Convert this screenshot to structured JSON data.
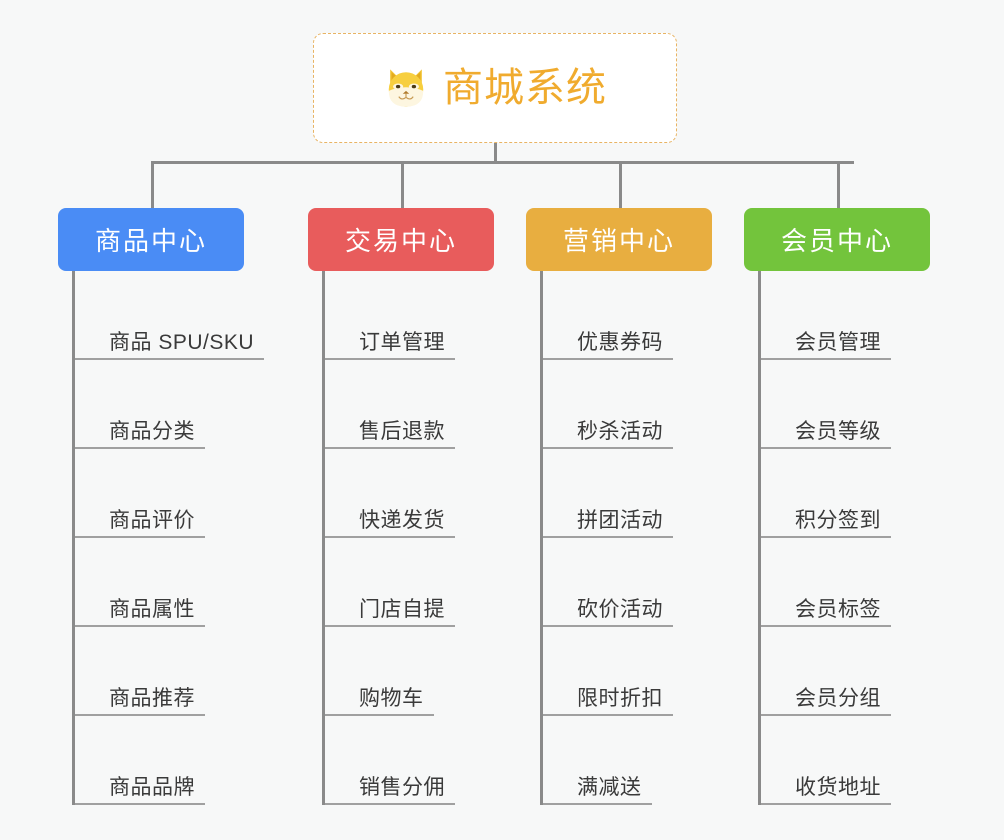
{
  "page": {
    "background_color": "#f7f8f8",
    "type": "mindmap"
  },
  "root": {
    "title": "商城系统",
    "icon": "shiba-dog-face-icon",
    "text_color": "#f0ab2e",
    "border_color": "#e8b464",
    "background_color": "#ffffff"
  },
  "connector_color": "#8a8a8a",
  "branches": [
    {
      "label": "商品中心",
      "color": "#4a8cf5",
      "text_color": "#ffffff",
      "items": [
        {
          "label": "商品 SPU/SKU"
        },
        {
          "label": "商品分类"
        },
        {
          "label": "商品评价"
        },
        {
          "label": "商品属性"
        },
        {
          "label": "商品推荐"
        },
        {
          "label": "商品品牌"
        }
      ]
    },
    {
      "label": "交易中心",
      "color": "#e85c5c",
      "text_color": "#ffffff",
      "items": [
        {
          "label": "订单管理"
        },
        {
          "label": "售后退款"
        },
        {
          "label": "快递发货"
        },
        {
          "label": "门店自提"
        },
        {
          "label": "购物车"
        },
        {
          "label": "销售分佣"
        }
      ]
    },
    {
      "label": "营销中心",
      "color": "#e8ae40",
      "text_color": "#ffffff",
      "items": [
        {
          "label": "优惠券码"
        },
        {
          "label": "秒杀活动"
        },
        {
          "label": "拼团活动"
        },
        {
          "label": "砍价活动"
        },
        {
          "label": "限时折扣"
        },
        {
          "label": "满减送"
        }
      ]
    },
    {
      "label": "会员中心",
      "color": "#73c43c",
      "text_color": "#ffffff",
      "items": [
        {
          "label": "会员管理"
        },
        {
          "label": "会员等级"
        },
        {
          "label": "积分签到"
        },
        {
          "label": "会员标签"
        },
        {
          "label": "会员分组"
        },
        {
          "label": "收货地址"
        }
      ]
    }
  ]
}
